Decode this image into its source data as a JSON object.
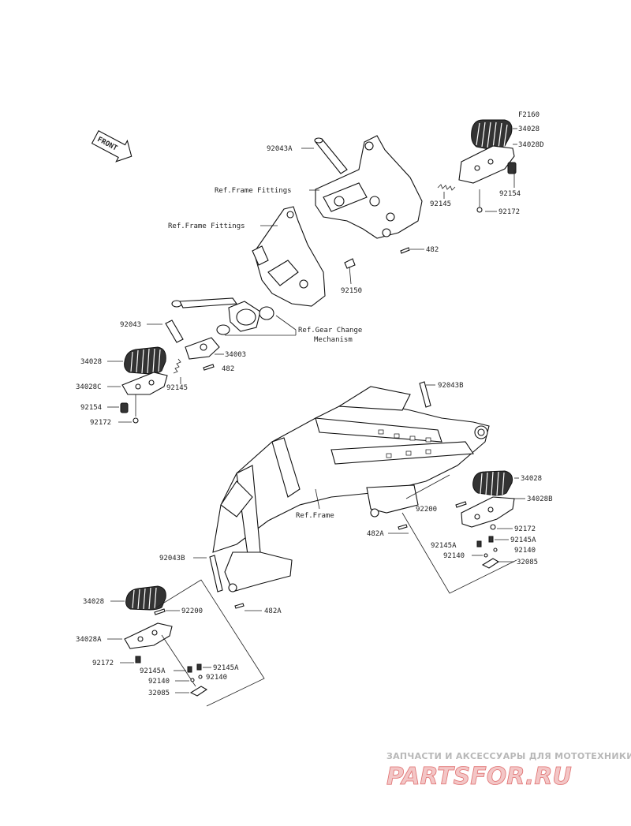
{
  "diagram": {
    "code": "F2160",
    "front_label": "FRONT"
  },
  "labels": {
    "l34028_top": "34028",
    "l34028D": "34028D",
    "l92154_top": "92154",
    "l92172_top": "92172",
    "l92043A": "92043A",
    "l92145_top": "92145",
    "l482_top": "482",
    "ref_frame_fittings_1": "Ref.Frame Fittings",
    "ref_frame_fittings_2": "Ref.Frame Fittings",
    "l92150": "92150",
    "l92043": "92043",
    "ref_gear_change_1": "Ref.Gear Change",
    "ref_gear_change_2": "Mechanism",
    "l34003": "34003",
    "l482_mid": "482",
    "l34028_left": "34028",
    "l34028C": "34028C",
    "l92145_left": "92145",
    "l92154_left": "92154",
    "l92172_left": "92172",
    "l92043B_top": "92043B",
    "ref_frame": "Ref.Frame",
    "l34028_right": "34028",
    "l34028B": "34028B",
    "l92200_right": "92200",
    "l92172_right": "92172",
    "l482A_right": "482A",
    "l92145A_right_1": "92145A",
    "l92145A_right_2": "92145A",
    "l92140_right_1": "92140",
    "l92140_right_2": "92140",
    "l32085_right": "32085",
    "l92043B_bottom": "92043B",
    "l34028_bottom": "34028",
    "l92200_bottom": "92200",
    "l482A_bottom": "482A",
    "l34028A": "34028A",
    "l92172_bottom": "92172",
    "l92145A_bottom_1": "92145A",
    "l92145A_bottom_2": "92145A",
    "l92140_bottom_1": "92140",
    "l92140_bottom_2": "92140",
    "l32085_bottom": "32085"
  },
  "watermark": {
    "tagline": "ЗАПЧАСТИ И АКСЕССУАРЫ ДЛЯ МОТОТЕХНИКИ",
    "logo": "PARTSFOR.RU"
  }
}
